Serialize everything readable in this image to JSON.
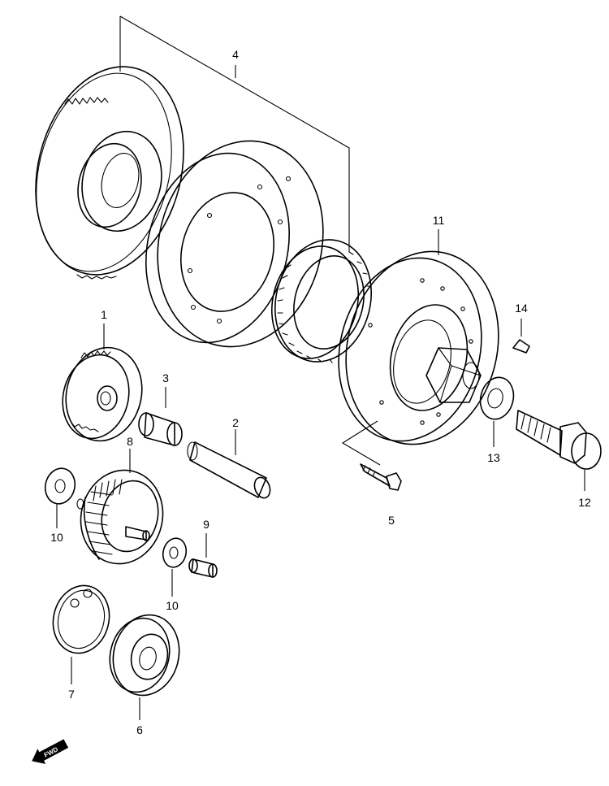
{
  "diagram": {
    "callouts": [
      {
        "id": "callout-1",
        "text": "1"
      },
      {
        "id": "callout-2",
        "text": "2"
      },
      {
        "id": "callout-3",
        "text": "3"
      },
      {
        "id": "callout-4",
        "text": "4"
      },
      {
        "id": "callout-5",
        "text": "5"
      },
      {
        "id": "callout-6",
        "text": "6"
      },
      {
        "id": "callout-7",
        "text": "7"
      },
      {
        "id": "callout-8",
        "text": "8"
      },
      {
        "id": "callout-9",
        "text": "9"
      },
      {
        "id": "callout-10a",
        "text": "10"
      },
      {
        "id": "callout-10b",
        "text": "10"
      },
      {
        "id": "callout-11",
        "text": "11"
      },
      {
        "id": "callout-12",
        "text": "12"
      },
      {
        "id": "callout-13",
        "text": "13"
      },
      {
        "id": "callout-14",
        "text": "14"
      }
    ],
    "direction_marker": {
      "text": "FWD",
      "icon": "arrow-left-icon"
    }
  }
}
